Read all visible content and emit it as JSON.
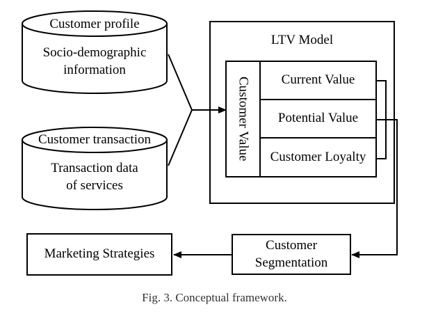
{
  "profile_db": {
    "title": "Customer profile",
    "line1": "Socio-demographic",
    "line2": "information"
  },
  "transaction_db": {
    "title": "Customer transaction",
    "line1": "Transaction data",
    "line2": "of services"
  },
  "ltv_model": {
    "title": "LTV Model",
    "value_label": "Customer Value",
    "rows": [
      "Current Value",
      "Potential Value",
      "Customer Loyalty"
    ]
  },
  "segmentation": {
    "line1": "Customer",
    "line2": "Segmentation"
  },
  "strategies": {
    "label": "Marketing Strategies"
  },
  "caption": "Fig. 3. Conceptual framework."
}
